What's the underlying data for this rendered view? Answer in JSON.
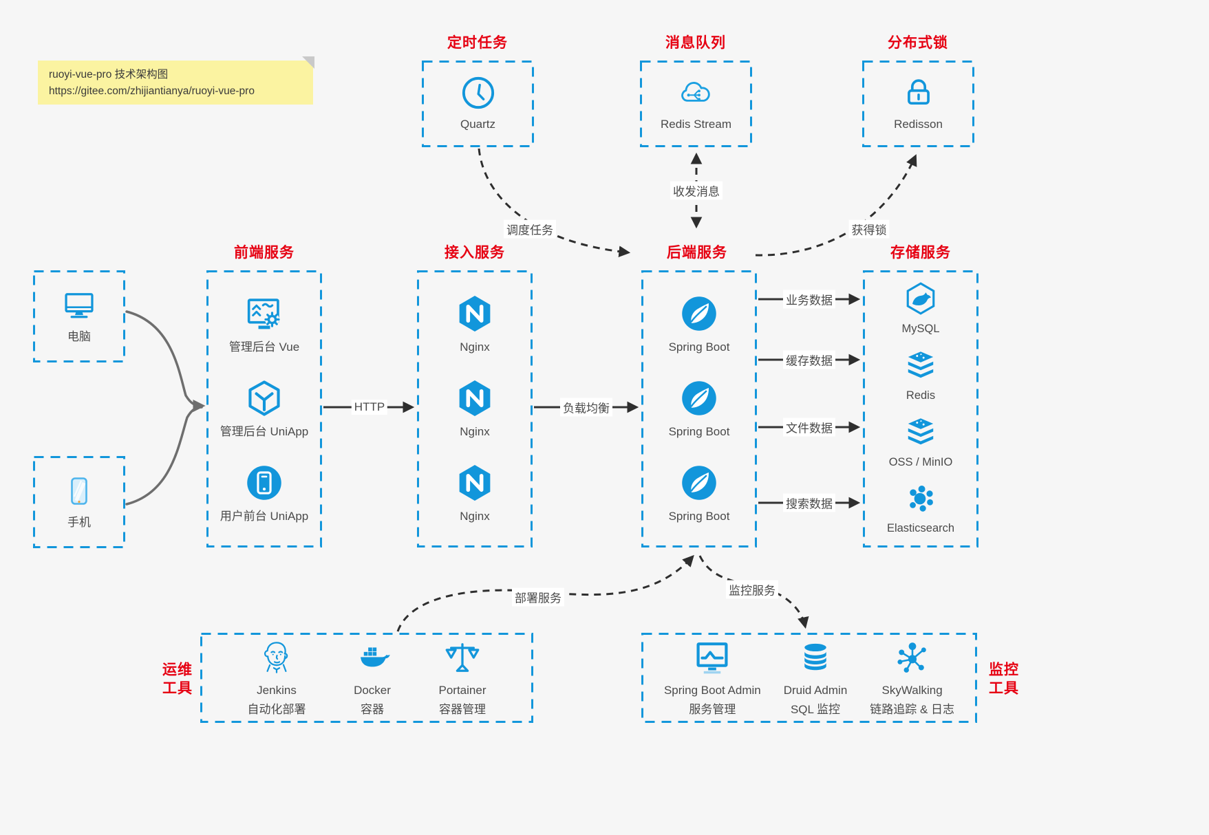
{
  "page": {
    "background": "#f6f6f6"
  },
  "colors": {
    "accent_blue": "#1296db",
    "title_red": "#e60012",
    "note_yellow": "#fbf3a1",
    "arrow_black": "#2e2e2e",
    "arrow_gray": "#6e6e6e",
    "label_gray": "#4a4a4a"
  },
  "note": {
    "line1": "ruoyi-vue-pro 技术架构图",
    "line2": "https://gitee.com/zhijiantianya/ruoyi-vue-pro"
  },
  "top_groups": [
    {
      "title": "定时任务",
      "item": {
        "icon": "clock-icon",
        "label": "Quartz"
      }
    },
    {
      "title": "消息队列",
      "item": {
        "icon": "cloud-mq-icon",
        "label": "Redis Stream"
      }
    },
    {
      "title": "分布式锁",
      "item": {
        "icon": "lock-icon",
        "label": "Redisson"
      }
    }
  ],
  "clients": [
    {
      "icon": "desktop-icon",
      "label": "电脑"
    },
    {
      "icon": "smartphone-icon",
      "label": "手机"
    }
  ],
  "columns": [
    {
      "title": "前端服务",
      "items": [
        {
          "icon": "admin-vue-icon",
          "label": "管理后台 Vue"
        },
        {
          "icon": "uniapp-cube-icon",
          "label": "管理后台 UniApp"
        },
        {
          "icon": "mobile-app-icon",
          "label": "用户前台 UniApp"
        }
      ]
    },
    {
      "title": "接入服务",
      "items": [
        {
          "icon": "nginx-icon",
          "label": "Nginx"
        },
        {
          "icon": "nginx-icon",
          "label": "Nginx"
        },
        {
          "icon": "nginx-icon",
          "label": "Nginx"
        }
      ]
    },
    {
      "title": "后端服务",
      "items": [
        {
          "icon": "spring-boot-icon",
          "label": "Spring Boot"
        },
        {
          "icon": "spring-boot-icon",
          "label": "Spring Boot"
        },
        {
          "icon": "spring-boot-icon",
          "label": "Spring Boot"
        }
      ]
    },
    {
      "title": "存储服务",
      "items": [
        {
          "icon": "mysql-icon",
          "label": "MySQL"
        },
        {
          "icon": "redis-icon",
          "label": "Redis"
        },
        {
          "icon": "oss-minio-icon",
          "label": "OSS / MinIO"
        },
        {
          "icon": "elasticsearch-icon",
          "label": "Elasticsearch"
        }
      ]
    }
  ],
  "bottom_groups": [
    {
      "title_line1": "运维",
      "title_line2": "工具",
      "items": [
        {
          "icon": "jenkins-icon",
          "label": "Jenkins",
          "sublabel": "自动化部署"
        },
        {
          "icon": "docker-icon",
          "label": "Docker",
          "sublabel": "容器"
        },
        {
          "icon": "portainer-icon",
          "label": "Portainer",
          "sublabel": "容器管理"
        }
      ]
    },
    {
      "title_line1": "监控",
      "title_line2": "工具",
      "items": [
        {
          "icon": "spring-boot-admin-icon",
          "label": "Spring Boot Admin",
          "sublabel": "服务管理"
        },
        {
          "icon": "druid-icon",
          "label": "Druid Admin",
          "sublabel": "SQL 监控"
        },
        {
          "icon": "skywalking-icon",
          "label": "SkyWalking",
          "sublabel": "链路追踪 & 日志"
        }
      ]
    }
  ],
  "connectors": {
    "http": "HTTP",
    "load_balance": "负载均衡",
    "schedule": "调度任务",
    "messaging": "收发消息",
    "lock": "获得锁",
    "business_data": "业务数据",
    "cache_data": "缓存数据",
    "file_data": "文件数据",
    "search_data": "搜索数据",
    "deploy": "部署服务",
    "monitor": "监控服务"
  }
}
